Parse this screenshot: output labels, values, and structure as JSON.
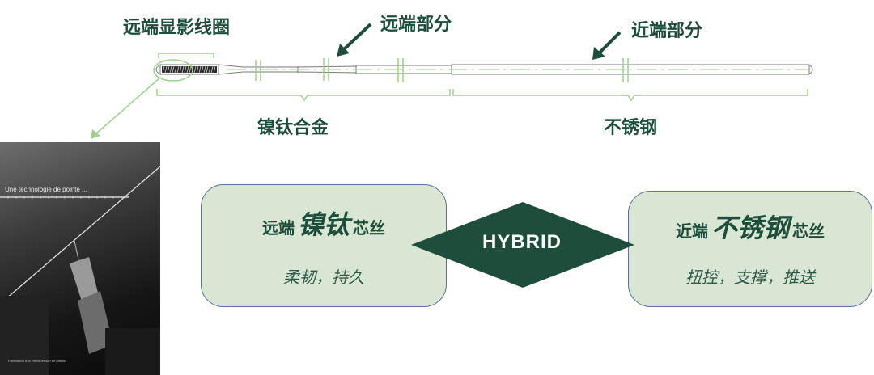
{
  "labels": {
    "distal_marker_coil": "远端显影线圈",
    "distal_part": "远端部分",
    "proximal_part": "近端部分",
    "nitinol": "镍钛合金",
    "stainless_steel": "不锈钢"
  },
  "photo": {
    "heading": "Une technologie de pointe ...",
    "caption": "Fabrication d'un micro-ressort en platine"
  },
  "hybrid": {
    "label": "HYBRID"
  },
  "left_box": {
    "prefix": "远端",
    "material": "镍钛",
    "suffix": "芯丝",
    "properties": "柔韧，持久"
  },
  "right_box": {
    "prefix": "近端",
    "material": "不锈钢",
    "suffix": "芯丝",
    "properties": "扭控，支撑，推送"
  },
  "colors": {
    "dark_green": "#1e4d3b",
    "light_green_fill": "#d9e6d4",
    "box_border": "#5a6f9e",
    "bracket_green": "#9fd08e",
    "wire_gray": "#7a7a7a"
  }
}
